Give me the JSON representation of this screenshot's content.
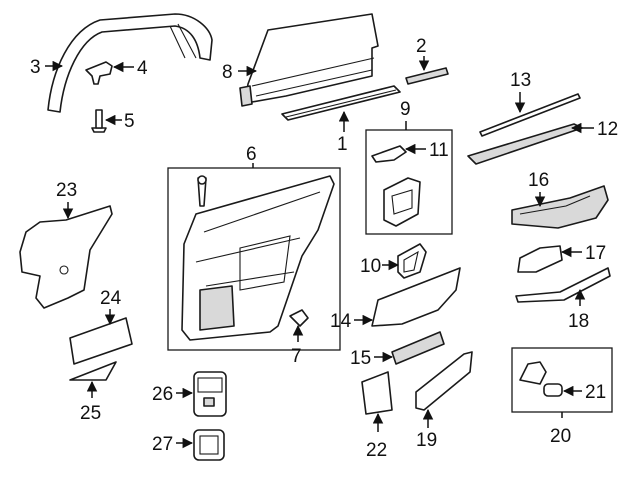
{
  "diagram": {
    "callouts": {
      "c1": "1",
      "c2": "2",
      "c3": "3",
      "c4": "4",
      "c5": "5",
      "c6": "6",
      "c7": "7",
      "c8": "8",
      "c9": "9",
      "c10": "10",
      "c11": "11",
      "c12": "12",
      "c13": "13",
      "c14": "14",
      "c15": "15",
      "c16": "16",
      "c17": "17",
      "c18": "18",
      "c19": "19",
      "c20": "20",
      "c21": "21",
      "c22": "22",
      "c23": "23",
      "c24": "24",
      "c25": "25",
      "c26": "26",
      "c27": "27"
    }
  }
}
